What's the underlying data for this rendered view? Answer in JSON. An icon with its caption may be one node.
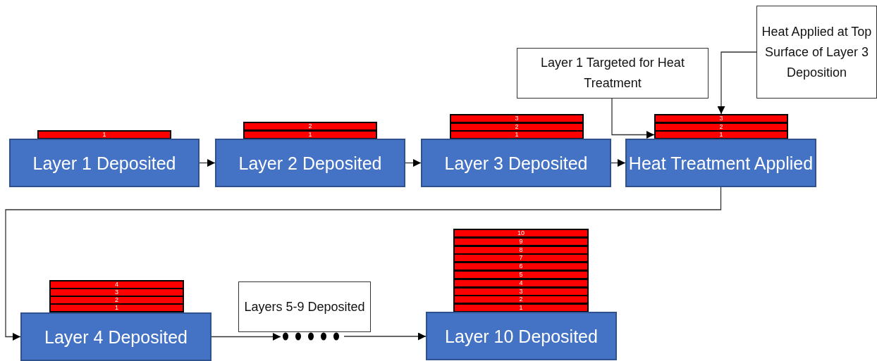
{
  "diagram": {
    "nodes": [
      {
        "text": [
          "Layer 1 Targeted for Heat Treatment"
        ]
      },
      {
        "text": [
          "Heat Applied at Top Surface of Layer 3 Deposition"
        ]
      },
      {
        "text": [
          "1"
        ]
      },
      {
        "text": [
          "Layer 1 Deposited"
        ]
      },
      {
        "text": [
          "2"
        ]
      },
      {
        "text": [
          "1"
        ]
      },
      {
        "text": [
          "Layer 2 Deposited"
        ]
      },
      {
        "text": [
          "3"
        ]
      },
      {
        "text": [
          "2"
        ]
      },
      {
        "text": [
          "1"
        ]
      },
      {
        "text": [
          "Layer 3 Deposited"
        ]
      },
      {
        "text": [
          "3"
        ]
      },
      {
        "text": [
          "2"
        ]
      },
      {
        "text": [
          "1"
        ]
      },
      {
        "text": [
          "Heat Treatment Applied"
        ]
      },
      {
        "text": [
          "4"
        ]
      },
      {
        "text": [
          "3"
        ]
      },
      {
        "text": [
          "2"
        ]
      },
      {
        "text": [
          "1"
        ]
      },
      {
        "text": [
          "Layer 4 Deposited"
        ]
      },
      {
        "text": [
          "Layers 5-9 Deposited"
        ]
      },
      {
        "text": [],
        "shape": "dots"
      },
      {
        "text": [
          "10"
        ]
      },
      {
        "text": [
          "9"
        ]
      },
      {
        "text": [
          "8"
        ]
      },
      {
        "text": [
          "7"
        ]
      },
      {
        "text": [
          "6"
        ]
      },
      {
        "text": [
          "5"
        ]
      },
      {
        "text": [
          "4"
        ]
      },
      {
        "text": [
          "3"
        ]
      },
      {
        "text": [
          "2"
        ]
      },
      {
        "text": [
          "1"
        ]
      },
      {
        "text": [
          "Layer 10 Deposited"
        ]
      }
    ],
    "edges": [
      {
        "from": 3,
        "to": 6,
        "arrow": "to"
      },
      {
        "from": 6,
        "to": 10,
        "arrow": "to"
      },
      {
        "from": 10,
        "to": 14,
        "arrow": "to"
      },
      {
        "from": 14,
        "to": 19,
        "arrow": "to"
      },
      {
        "from": 19,
        "to": 21,
        "arrow": "to"
      },
      {
        "from": 21,
        "to": 32,
        "arrow": "to"
      },
      {
        "from": 0,
        "to": 13,
        "arrow": "to"
      },
      {
        "from": 1,
        "to": 11,
        "arrow": "to"
      }
    ]
  }
}
